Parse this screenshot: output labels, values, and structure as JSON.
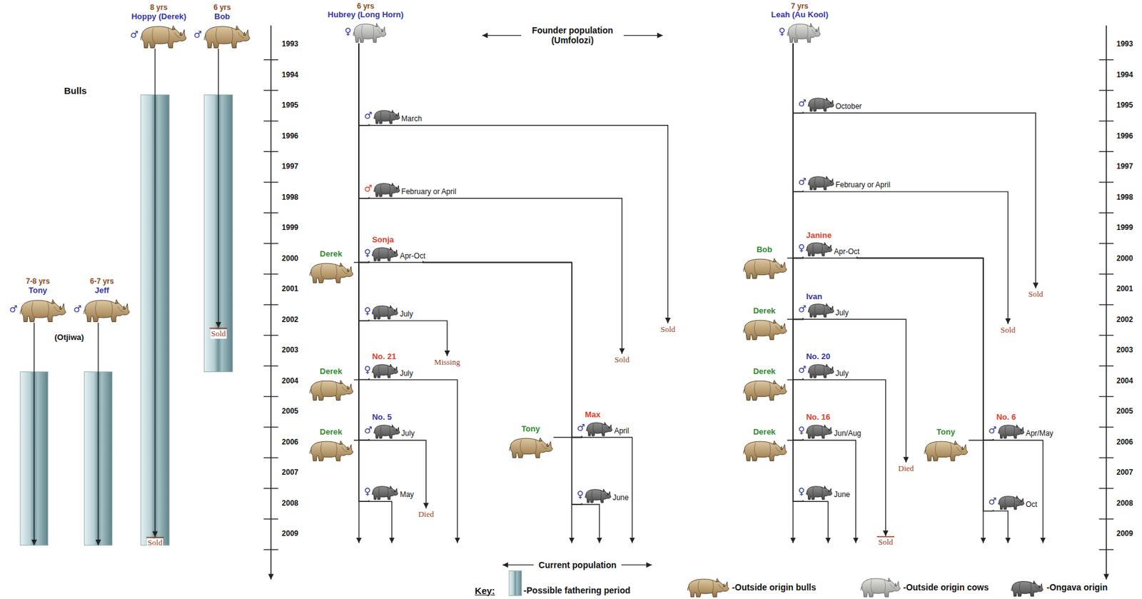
{
  "diagram": {
    "nodes": [
      {
        "text": [
          "8 yrs",
          "Hoppy (Derek)",
          "♂"
        ]
      },
      {
        "text": [
          "6 yrs",
          "Bob",
          "♂"
        ]
      },
      {
        "text": [
          "6 yrs",
          "Hubrey (Long Horn)",
          "♀"
        ]
      },
      {
        "text": [
          "7 yrs",
          "Leah (Au Kool)",
          "♀"
        ]
      },
      {
        "text": [
          "7-8 yrs",
          "Tony",
          "♂"
        ]
      },
      {
        "text": [
          "6-7 yrs",
          "Jeff",
          "♂"
        ]
      },
      {
        "text": [
          "♂",
          "March"
        ]
      },
      {
        "text": [
          "♂",
          "February or April"
        ]
      },
      {
        "text": [
          "Sonja",
          "♀",
          "Apr-Oct"
        ]
      },
      {
        "text": [
          "Derek"
        ]
      },
      {
        "text": [
          "♀",
          "July"
        ]
      },
      {
        "text": [
          "No. 21",
          "♀",
          "July"
        ]
      },
      {
        "text": [
          "Derek"
        ]
      },
      {
        "text": [
          "No. 5",
          "♂",
          "July"
        ]
      },
      {
        "text": [
          "Derek"
        ]
      },
      {
        "text": [
          "♀",
          "May"
        ]
      },
      {
        "text": [
          "Max",
          "♂",
          "April"
        ]
      },
      {
        "text": [
          "Tony"
        ]
      },
      {
        "text": [
          "♀",
          "June"
        ]
      },
      {
        "text": [
          "♂",
          "October"
        ]
      },
      {
        "text": [
          "♂",
          "February or April"
        ]
      },
      {
        "text": [
          "Janine",
          "♀",
          "Apr-Oct"
        ]
      },
      {
        "text": [
          "Bob"
        ]
      },
      {
        "text": [
          "Ivan",
          "♂",
          "July"
        ]
      },
      {
        "text": [
          "Derek"
        ]
      },
      {
        "text": [
          "No. 20",
          "♂",
          "July"
        ]
      },
      {
        "text": [
          "Derek"
        ]
      },
      {
        "text": [
          "No. 16",
          "♀",
          "Jun/Aug"
        ]
      },
      {
        "text": [
          "Derek"
        ]
      },
      {
        "text": [
          "♀",
          "June"
        ]
      },
      {
        "text": [
          "No. 6",
          "♂",
          "Apr/May"
        ]
      },
      {
        "text": [
          "Tony"
        ]
      },
      {
        "text": [
          "♂",
          "Oct"
        ]
      }
    ],
    "edges": [
      {
        "from": 2,
        "to": 6,
        "arrow": "none"
      },
      {
        "from": 2,
        "to": 7,
        "arrow": "none"
      },
      {
        "from": 2,
        "to": 8,
        "arrow": "none"
      },
      {
        "from": 9,
        "to": 8,
        "arrow": "none"
      },
      {
        "from": 2,
        "to": 10,
        "arrow": "none"
      },
      {
        "from": 2,
        "to": 11,
        "arrow": "none"
      },
      {
        "from": 12,
        "to": 11,
        "arrow": "none"
      },
      {
        "from": 2,
        "to": 13,
        "arrow": "none"
      },
      {
        "from": 14,
        "to": 13,
        "arrow": "none"
      },
      {
        "from": 2,
        "to": 15,
        "arrow": "none"
      },
      {
        "from": 8,
        "to": 16,
        "arrow": "none"
      },
      {
        "from": 17,
        "to": 16,
        "arrow": "none"
      },
      {
        "from": 8,
        "to": 18,
        "arrow": "none"
      },
      {
        "from": 3,
        "to": 19,
        "arrow": "none"
      },
      {
        "from": 3,
        "to": 20,
        "arrow": "none"
      },
      {
        "from": 3,
        "to": 21,
        "arrow": "none"
      },
      {
        "from": 22,
        "to": 21,
        "arrow": "none"
      },
      {
        "from": 3,
        "to": 23,
        "arrow": "none"
      },
      {
        "from": 24,
        "to": 23,
        "arrow": "none"
      },
      {
        "from": 3,
        "to": 25,
        "arrow": "none"
      },
      {
        "from": 26,
        "to": 25,
        "arrow": "none"
      },
      {
        "from": 3,
        "to": 27,
        "arrow": "none"
      },
      {
        "from": 28,
        "to": 27,
        "arrow": "none"
      },
      {
        "from": 3,
        "to": 29,
        "arrow": "none"
      },
      {
        "from": 21,
        "to": 30,
        "arrow": "none"
      },
      {
        "from": 31,
        "to": 30,
        "arrow": "none"
      },
      {
        "from": 21,
        "to": 32,
        "arrow": "none"
      }
    ],
    "labels": [
      "Bulls",
      "Founder population (Umfolozi)",
      "(Otjiwa)",
      "1993",
      "1994",
      "1995",
      "1996",
      "1997",
      "1998",
      "1999",
      "2000",
      "2001",
      "2002",
      "2003",
      "2004",
      "2005",
      "2006",
      "2007",
      "2008",
      "2009",
      "1993",
      "1994",
      "1995",
      "1996",
      "1997",
      "1998",
      "1999",
      "2000",
      "2001",
      "2002",
      "2003",
      "2004",
      "2005",
      "2006",
      "2007",
      "2008",
      "2009",
      "Sold",
      "Sold",
      "Sold",
      "Missing",
      "Sold",
      "Died",
      "Sold",
      "Sold",
      "Died",
      "Sold",
      "Current population",
      "Key:"
    ],
    "legend": [
      {
        "text": "-Possible fathering period"
      },
      {
        "text": "-Outside origin bulls"
      },
      {
        "text": "-Outside origin cows"
      },
      {
        "text": "-Ongava origin"
      }
    ]
  }
}
